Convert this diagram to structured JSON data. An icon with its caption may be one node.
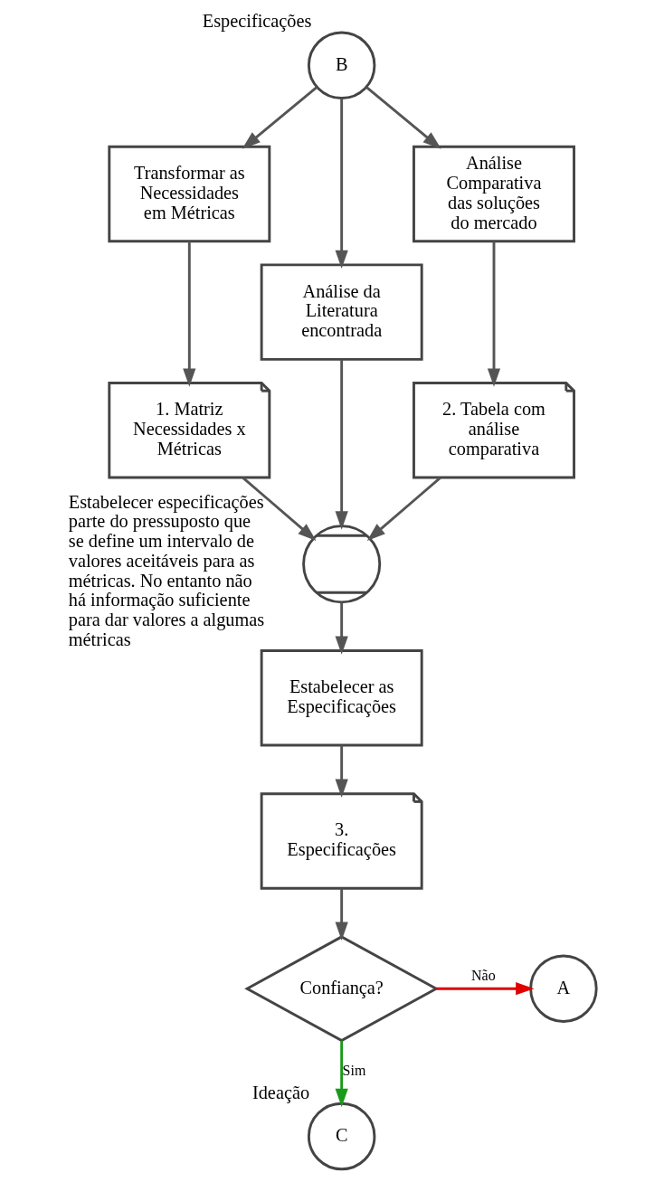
{
  "diagram": {
    "nodes": [
      {
        "text": [
          "B"
        ],
        "beside": [
          "Especificações"
        ]
      },
      {
        "text": [
          "Transformar as Necessidades em Métricas"
        ]
      },
      {
        "text": [
          "Análise da Literatura encontrada"
        ]
      },
      {
        "text": [
          "Análise Comparativa das soluções do mercado"
        ]
      },
      {
        "text": [
          "1. Matriz Necessidades x Métricas"
        ]
      },
      {
        "text": [
          "2. Tabela com análise comparativa"
        ]
      },
      {
        "text": [],
        "shape": "circle"
      },
      {
        "text": [
          "Estabelecer as Especificações"
        ],
        "beside": [
          "Estabelecer especificações parte do pressuposto que se define um intervalo de valores aceitáveis para as métricas. No entanto não há informação suficiente para dar valores a algumas métricas"
        ]
      },
      {
        "text": [
          "3. Especificações"
        ]
      },
      {
        "text": [
          "Confiança?"
        ]
      },
      {
        "text": [
          "A"
        ]
      },
      {
        "text": [
          "C"
        ],
        "beside": [
          "Ideação"
        ]
      }
    ],
    "edges": [
      {
        "from": 0,
        "to": 1,
        "arrow": "to"
      },
      {
        "from": 0,
        "to": 2,
        "arrow": "to"
      },
      {
        "from": 0,
        "to": 3,
        "arrow": "to"
      },
      {
        "from": 1,
        "to": 4,
        "arrow": "to"
      },
      {
        "from": 3,
        "to": 5,
        "arrow": "to"
      },
      {
        "from": 4,
        "to": 6,
        "arrow": "to"
      },
      {
        "from": 2,
        "to": 6,
        "arrow": "to"
      },
      {
        "from": 5,
        "to": 6,
        "arrow": "to"
      },
      {
        "from": 6,
        "to": 7,
        "arrow": "to"
      },
      {
        "from": 7,
        "to": 8,
        "arrow": "to"
      },
      {
        "from": 8,
        "to": 9,
        "arrow": "to"
      },
      {
        "from": 9,
        "to": 10,
        "arrow": "to",
        "label": "Não",
        "color": "#e00000"
      },
      {
        "from": 9,
        "to": 11,
        "arrow": "to",
        "label": "Sim",
        "color": "#1a9a1a"
      }
    ]
  }
}
